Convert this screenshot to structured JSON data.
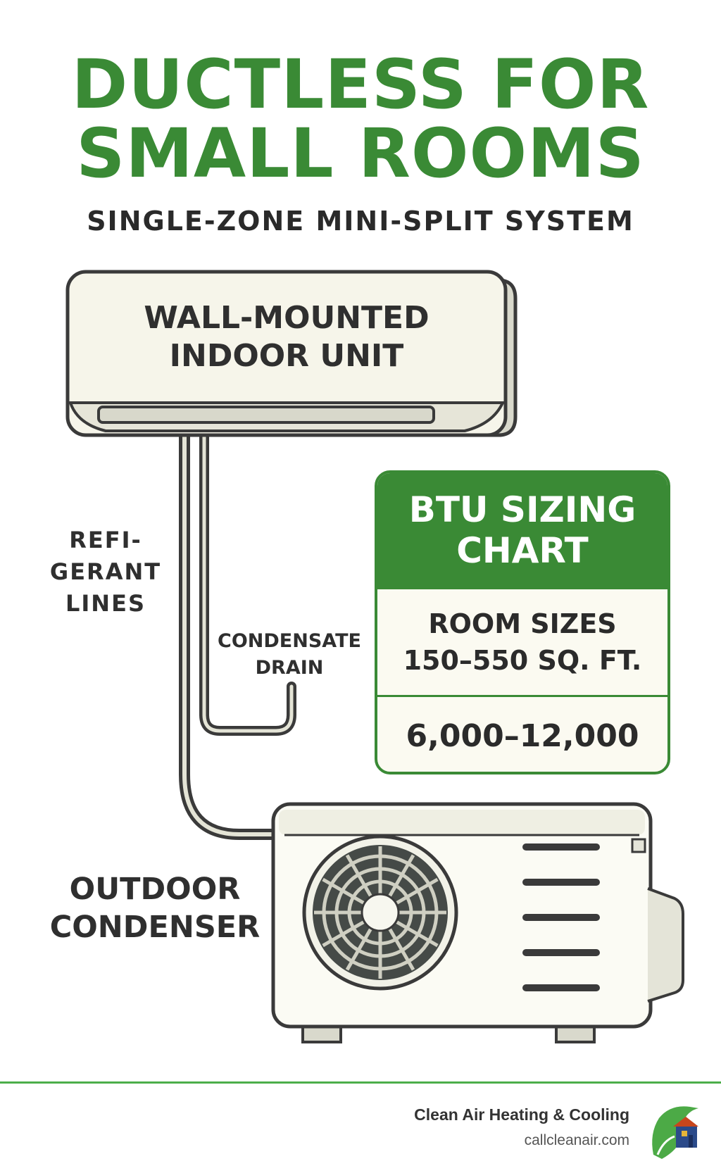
{
  "title": {
    "line1": "DUCTLESS FOR",
    "line2": "SMALL ROOMS"
  },
  "subtitle": "SINGLE-ZONE MINI-SPLIT SYSTEM",
  "indoor_unit": {
    "line1": "WALL-MOUNTED",
    "line2": "INDOOR UNIT"
  },
  "labels": {
    "refrigerant": {
      "line1": "REFI-",
      "line2": "GERANT",
      "line3": "LINES"
    },
    "condensate": {
      "line1": "CONDENSATE",
      "line2": "DRAIN"
    },
    "outdoor": {
      "line1": "OUTDOOR",
      "line2": "CONDENSER"
    }
  },
  "btu_chart": {
    "heading_line1": "BTU SIZING",
    "heading_line2": "CHART",
    "room_line1": "ROOM SIZES",
    "room_line2": "150–550 SQ. FT.",
    "btu_range": "6,000–12,000"
  },
  "footer": {
    "company": "Clean Air Heating & Cooling",
    "url": "callcleanair.com"
  },
  "colors": {
    "brand_green": "#3a8a35",
    "unit_fill": "#f6f5ea",
    "outline": "#3a3a3a",
    "fan_dark": "#454a47"
  },
  "icons": [
    "house-logo-icon"
  ]
}
